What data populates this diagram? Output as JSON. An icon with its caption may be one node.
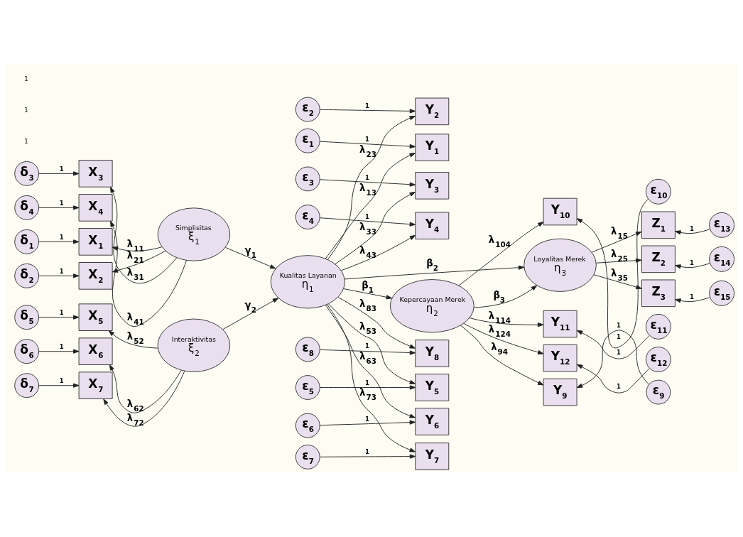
{
  "diagram": {
    "nodes": [
      {
        "text": [
          "δ$_{1}$"
        ]
      },
      {
        "text": [
          "δ$_{2}$"
        ]
      },
      {
        "text": [
          "δ$_{3}$"
        ]
      },
      {
        "text": [
          "δ$_{4}$"
        ]
      },
      {
        "text": [
          "δ$_{5}$"
        ]
      },
      {
        "text": [
          "δ$_{6}$"
        ]
      },
      {
        "text": [
          "δ$_{7}$"
        ]
      },
      {
        "text": [
          "X$_{1}$"
        ]
      },
      {
        "text": [
          "X$_{2}$"
        ]
      },
      {
        "text": [
          "X$_{3}$"
        ]
      },
      {
        "text": [
          "X$_{4}$"
        ]
      },
      {
        "text": [
          "X$_{5}$"
        ]
      },
      {
        "text": [
          "X$_{6}$"
        ]
      },
      {
        "text": [
          "X$_{7}$"
        ]
      },
      {
        "text": [
          "Simplisitas",
          "ξ$_{1}$"
        ]
      },
      {
        "text": [
          "Interaktivitas",
          "ξ$_{2}$"
        ]
      },
      {
        "text": [
          "Kepercayaan Merek",
          "η$_{2}$"
        ]
      },
      {
        "text": [
          "Loyalitas Merek",
          "η$_{3}$"
        ]
      },
      {
        "text": [
          "Kualitas Layanan",
          "η$_{1}$"
        ]
      },
      {
        "text": [
          "Y$_{9}$"
        ]
      },
      {
        "text": [
          "Y$_{10}$"
        ]
      },
      {
        "text": [
          "Y$_{11}$"
        ]
      },
      {
        "text": [
          "Y$_{12}$"
        ]
      },
      {
        "text": [
          "Z$_{1}$"
        ]
      },
      {
        "text": [
          "Z$_{2}$"
        ]
      },
      {
        "text": [
          "Z$_{3}$"
        ]
      },
      {
        "text": [
          "ε$_{9}$"
        ]
      },
      {
        "text": [
          "ε$_{10}$"
        ]
      },
      {
        "text": [
          "ε$_{11}$"
        ]
      },
      {
        "text": [
          "ε$_{12}$"
        ]
      },
      {
        "text": [
          "ε$_{13}$"
        ]
      },
      {
        "text": [
          "ε$_{14}$"
        ]
      },
      {
        "text": [
          "ε$_{15}$"
        ]
      },
      {
        "text": [
          "Y$_{1}$"
        ]
      },
      {
        "text": [
          "Y$_{2}$"
        ]
      },
      {
        "text": [
          "Y$_{3}$"
        ]
      },
      {
        "text": [
          "Y$_{4}$"
        ]
      },
      {
        "text": [
          "Y$_{5}$"
        ]
      },
      {
        "text": [
          "Y$_{6}$"
        ]
      },
      {
        "text": [
          "Y$_{7}$"
        ]
      },
      {
        "text": [
          "Y$_{8}$"
        ]
      },
      {
        "text": [
          "ε$_{1}$"
        ]
      },
      {
        "text": [
          "ε$_{2}$"
        ]
      },
      {
        "text": [
          "ε$_{3}$"
        ]
      },
      {
        "text": [
          "ε$_{4}$"
        ]
      },
      {
        "text": [
          "ε$_{5}$"
        ]
      },
      {
        "text": [
          "ε$_{6}$"
        ]
      },
      {
        "text": [
          "ε$_{7}$"
        ]
      },
      {
        "text": [
          "ε$_{8}$"
        ]
      }
    ],
    "edges": [
      {
        "from": 0,
        "to": 7,
        "arrow": "to",
        "label": "1"
      },
      {
        "from": 1,
        "to": 8,
        "arrow": "to",
        "label": "1"
      },
      {
        "from": 2,
        "to": 9,
        "arrow": "to",
        "label": "1"
      },
      {
        "from": 3,
        "to": 10,
        "arrow": "to",
        "label": "1"
      },
      {
        "from": 4,
        "to": 11,
        "arrow": "to",
        "label": "1"
      },
      {
        "from": 5,
        "to": 12,
        "arrow": "to",
        "label": "1"
      },
      {
        "from": 6,
        "to": 13,
        "arrow": "to",
        "label": "1"
      },
      {
        "from": 14,
        "to": 7,
        "arrow": "to",
        "label": "λ$_{11}$"
      },
      {
        "from": 14,
        "to": 8,
        "arrow": "to",
        "label": "λ$_{21}$"
      },
      {
        "from": 14,
        "to": 9,
        "arrow": "to",
        "label": "λ$_{31}$"
      },
      {
        "from": 14,
        "to": 10,
        "arrow": "to",
        "label": "λ$_{41}$"
      },
      {
        "from": 15,
        "to": 11,
        "arrow": "to",
        "label": "λ$_{52}$"
      },
      {
        "from": 15,
        "to": 12,
        "arrow": "to",
        "label": "λ$_{62}$"
      },
      {
        "from": 15,
        "to": 13,
        "arrow": "to",
        "label": "λ$_{72}$"
      },
      {
        "from": 14,
        "to": 18,
        "arrow": "to",
        "label": "γ$_{1}$"
      },
      {
        "from": 15,
        "to": 18,
        "arrow": "to",
        "label": "γ$_{2}$"
      },
      {
        "from": 18,
        "to": 16,
        "arrow": "to",
        "label": "β$_{1}$"
      },
      {
        "from": 18,
        "to": 17,
        "arrow": "to",
        "label": "β$_{2}$"
      },
      {
        "from": 16,
        "to": 17,
        "arrow": "to",
        "label": "β$_{3}$"
      },
      {
        "from": 16,
        "to": 19,
        "arrow": "to",
        "label": "λ$_{94}$"
      },
      {
        "from": 16,
        "to": 20,
        "arrow": "to",
        "label": "λ$_{104}$"
      },
      {
        "from": 16,
        "to": 21,
        "arrow": "to",
        "label": "λ$_{114}$"
      },
      {
        "from": 16,
        "to": 22,
        "arrow": "to",
        "label": "λ$_{124}$"
      },
      {
        "from": 17,
        "to": 23,
        "arrow": "to",
        "label": "λ$_{15}$"
      },
      {
        "from": 17,
        "to": 24,
        "arrow": "to",
        "label": "λ$_{25}$"
      },
      {
        "from": 17,
        "to": 25,
        "arrow": "to",
        "label": "λ$_{35}$"
      },
      {
        "from": 26,
        "to": 19,
        "arrow": "to",
        "label": "1"
      },
      {
        "from": 27,
        "to": 20,
        "arrow": "to",
        "label": "1"
      },
      {
        "from": 28,
        "to": 21,
        "arrow": "to",
        "label": "1"
      },
      {
        "from": 29,
        "to": 22,
        "arrow": "to",
        "label": "1"
      },
      {
        "from": 30,
        "to": 23,
        "arrow": "to",
        "label": "1"
      },
      {
        "from": 31,
        "to": 24,
        "arrow": "to",
        "label": "1"
      },
      {
        "from": 32,
        "to": 25,
        "arrow": "to",
        "label": "1"
      },
      {
        "from": 18,
        "to": 33,
        "arrow": "to",
        "label": "λ$_{13}$"
      },
      {
        "from": 18,
        "to": 34,
        "arrow": "to",
        "label": "λ$_{23}$"
      },
      {
        "from": 18,
        "to": 35,
        "arrow": "to",
        "label": "λ$_{33}$"
      },
      {
        "from": 18,
        "to": 36,
        "arrow": "to",
        "label": "λ$_{43}$"
      },
      {
        "from": 18,
        "to": 37,
        "arrow": "to",
        "label": "λ$_{53}$"
      },
      {
        "from": 18,
        "to": 38,
        "arrow": "to",
        "label": "λ$_{63}$"
      },
      {
        "from": 18,
        "to": 39,
        "arrow": "to",
        "label": "λ$_{73}$"
      },
      {
        "from": 18,
        "to": 40,
        "arrow": "to",
        "label": "λ$_{83}$"
      },
      {
        "from": 41,
        "to": 33,
        "arrow": "to",
        "label": "1"
      },
      {
        "from": 42,
        "to": 34,
        "arrow": "to",
        "label": "1"
      },
      {
        "from": 43,
        "to": 35,
        "arrow": "to",
        "label": "1"
      },
      {
        "from": 44,
        "to": 36,
        "arrow": "to",
        "label": "1"
      },
      {
        "from": 45,
        "to": 37,
        "arrow": "to",
        "label": "1"
      },
      {
        "from": 46,
        "to": 38,
        "arrow": "to",
        "label": "1"
      },
      {
        "from": 47,
        "to": 39,
        "arrow": "to",
        "label": "1"
      },
      {
        "from": 48,
        "to": 40,
        "arrow": "to",
        "label": "1"
      }
    ],
    "labels": [
      "1",
      "1",
      "1"
    ]
  }
}
